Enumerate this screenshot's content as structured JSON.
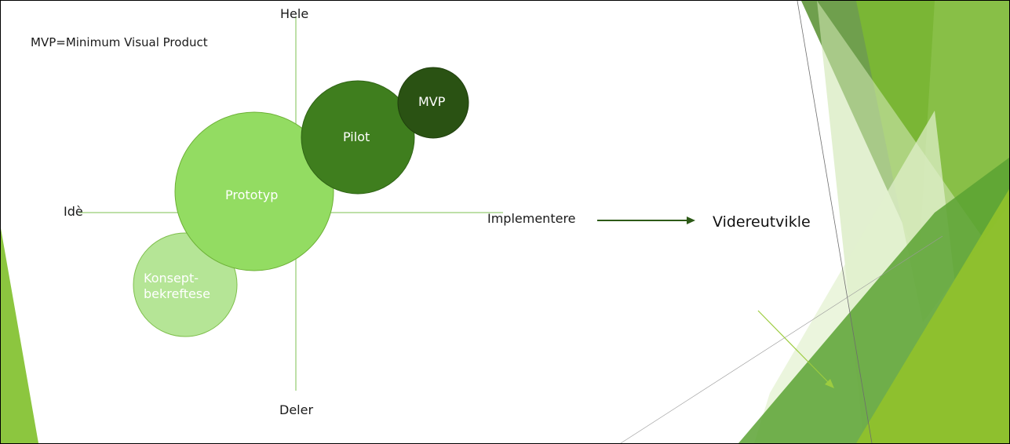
{
  "note": "MVP=Minimum Visual Product",
  "axes": {
    "top": "Hele",
    "bottom": "Deler",
    "left": "Idè",
    "right": "Implementere"
  },
  "next_step": "Videreutvikle",
  "bubbles": [
    {
      "label": "Konsept-\nbekreftese",
      "color": "#b5e596"
    },
    {
      "label": "Prototyp",
      "color": "#93dc62"
    },
    {
      "label": "Pilot",
      "color": "#3f7e1e"
    },
    {
      "label": "MVP",
      "color": "#2a5213"
    }
  ],
  "colors": {
    "axis": "#a8d68c",
    "arrow": "#2d5a17",
    "accent_light": "#e3f1cf",
    "accent_mid": "#7bb833",
    "accent_dark": "#4e8a2c"
  }
}
